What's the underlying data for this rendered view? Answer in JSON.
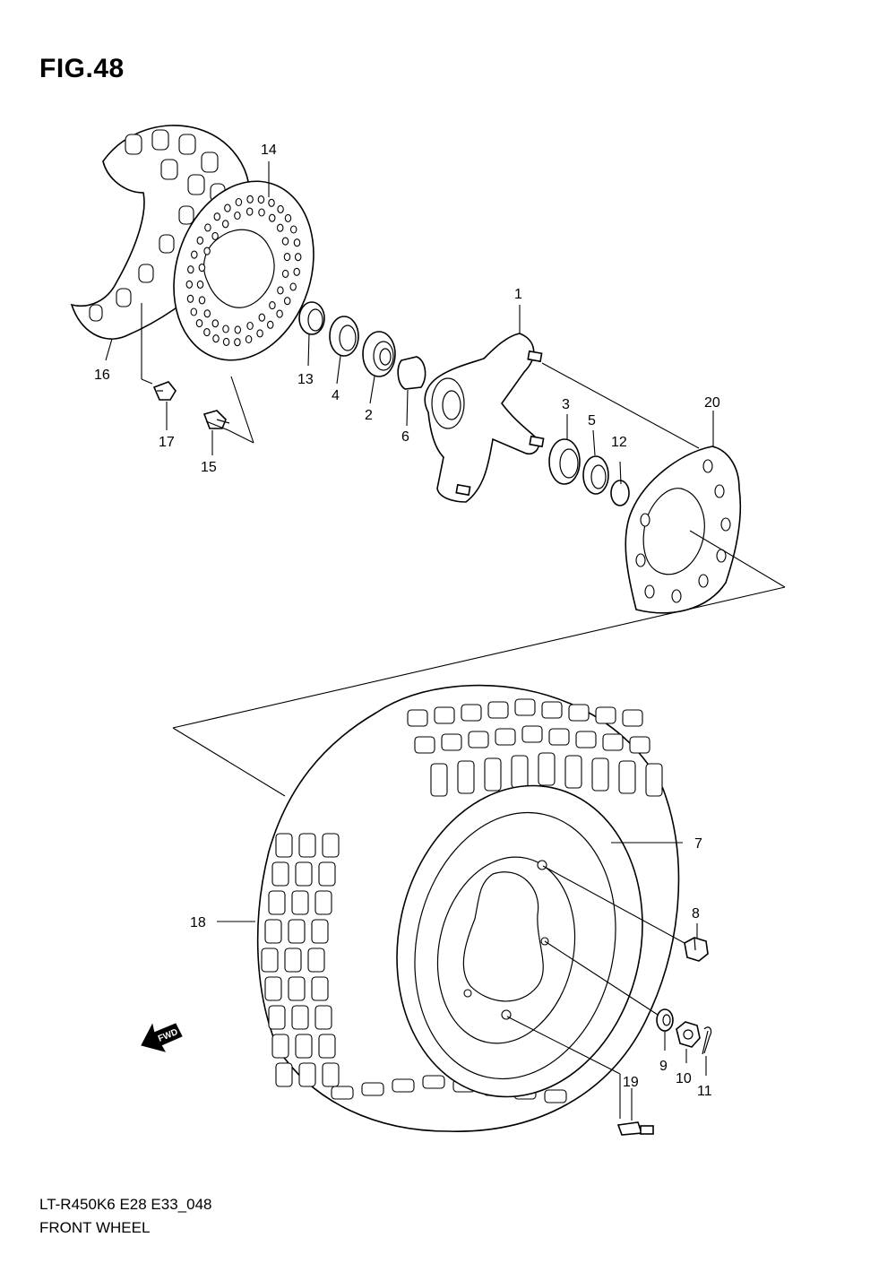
{
  "figure": {
    "title": "FIG.48"
  },
  "footer": {
    "model_code": "LT-R450K6 E28 E33_048",
    "section_name": "FRONT WHEEL"
  },
  "fwd_arrow": {
    "label": "FWD"
  },
  "callouts": [
    {
      "num": "1"
    },
    {
      "num": "2"
    },
    {
      "num": "3"
    },
    {
      "num": "4"
    },
    {
      "num": "5"
    },
    {
      "num": "6"
    },
    {
      "num": "7"
    },
    {
      "num": "8"
    },
    {
      "num": "9"
    },
    {
      "num": "10"
    },
    {
      "num": "11"
    },
    {
      "num": "12"
    },
    {
      "num": "13"
    },
    {
      "num": "14"
    },
    {
      "num": "15"
    },
    {
      "num": "16"
    },
    {
      "num": "17"
    },
    {
      "num": "18"
    },
    {
      "num": "19"
    },
    {
      "num": "20"
    }
  ]
}
